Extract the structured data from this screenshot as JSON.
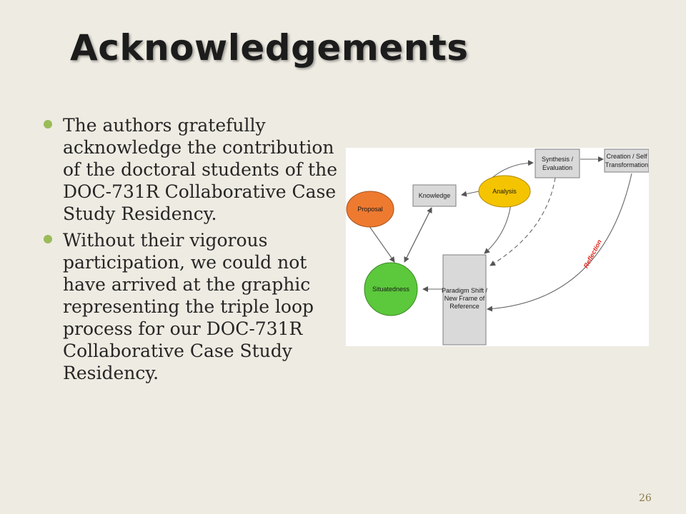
{
  "slide": {
    "title": "Acknowledgements",
    "bullets": [
      "The authors gratefully acknowledge the contribution of the doctoral students of the DOC-731R Collaborative Case Study Residency.",
      "Without their vigorous participation, we could not have arrived at the graphic representing the triple loop process for our DOC-731R Collaborative Case Study Residency."
    ],
    "page_number": "26",
    "bullet_color": "#9bbb59"
  },
  "diagram": {
    "nodes": {
      "proposal": "Proposal",
      "knowledge": "Knowledge",
      "analysis": "Analysis",
      "synthesis_line1": "Synthesis /",
      "synthesis_line2": "Evaluation",
      "creation_line1": "Creation / Self",
      "creation_line2": "Transformation",
      "situatedness": "Situatedness",
      "paradigm_line1": "Paradigm Shift /",
      "paradigm_line2": "New Frame of",
      "paradigm_line3": "Reference"
    },
    "reflection_label": "Reflection",
    "colors": {
      "proposal": "#ee7a30",
      "analysis": "#f5c400",
      "situatedness": "#5cc83c",
      "box_fill": "#d9d9d9",
      "reflection": "#e0241c"
    }
  }
}
